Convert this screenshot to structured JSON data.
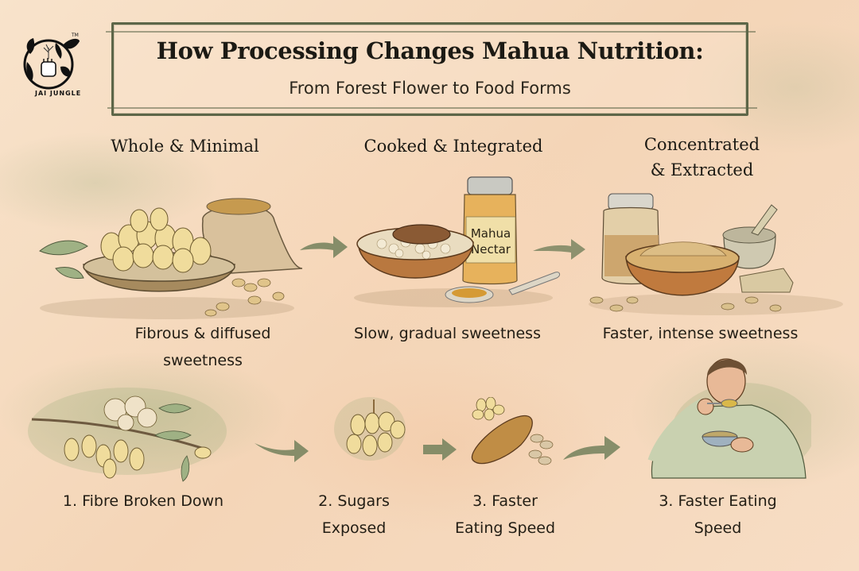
{
  "brand": {
    "logo_text": "JAI JUNGLE",
    "trademark": "TM",
    "icon": "globe-fist-sprout-icon"
  },
  "header": {
    "title": "How Processing Changes Mahua Nutrition:",
    "subtitle": "From Forest Flower to Food Forms"
  },
  "columns": [
    {
      "heading": "Whole & Minimal",
      "illustration": "basket-of-mahua-flowers-and-sack",
      "caption_line1": "Fibrous & diffused",
      "caption_line2": "sweetness"
    },
    {
      "heading": "Cooked & Integrated",
      "illustration": "bowl-of-cooked-mahua-with-nectar-jar",
      "jar_label_line1": "Mahua",
      "jar_label_line2": "Nectar",
      "caption_line1": "Slow, gradual sweetness"
    },
    {
      "heading_line1": "Concentrated",
      "heading_line2": "& Extracted",
      "illustration": "jar-bowl-mortar-and-jaggery-block",
      "caption_line1": "Faster, intense sweetness"
    }
  ],
  "steps": [
    {
      "label": "1. Fibre Broken Down",
      "illustration": "mahua-branch-with-flowers"
    },
    {
      "label_line1": "2. Sugars",
      "label_line2": "Exposed",
      "illustration": "cluster-of-mahua-flowers"
    },
    {
      "label_line1": "3. Faster",
      "label_line2": "Eating Speed",
      "illustration": "dried-mahua-pod-and-seeds"
    },
    {
      "label_line1": "3. Faster Eating",
      "label_line2": "Speed",
      "illustration": "man-eating-from-bowl"
    }
  ],
  "colors": {
    "background": "#f6dcc1",
    "frame": "#5d6648",
    "arrow": "#7a8560",
    "text": "#1f1a12",
    "flower": "#f0dc9c",
    "wood": "#b9783f",
    "nectar": "#c98a2a"
  }
}
